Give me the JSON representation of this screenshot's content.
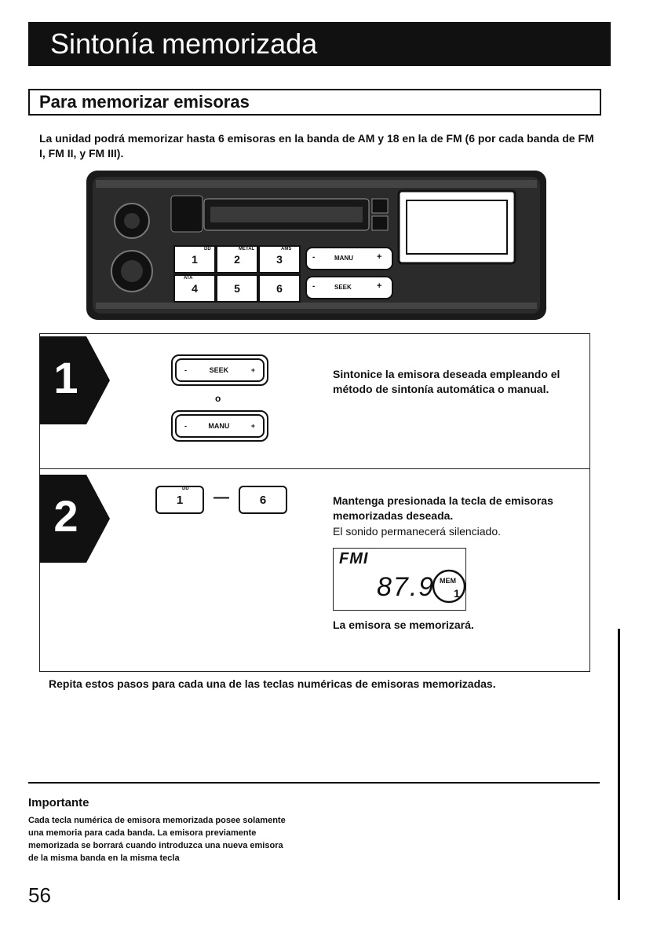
{
  "header": {
    "title": "Sintonía memorizada"
  },
  "section": {
    "title": "Para memorizar emisoras"
  },
  "intro": "La unidad podrá memorizar hasta 6 emisoras en la banda de AM y 18 en la de FM (6 por cada banda de FM I, FM II, y FM III).",
  "radio": {
    "presets": [
      {
        "label": "1",
        "tag": "DD"
      },
      {
        "label": "2",
        "tag": "METAL"
      },
      {
        "label": "3",
        "tag": "AMS"
      },
      {
        "label": "4",
        "tag": "ATA"
      },
      {
        "label": "5",
        "tag": ""
      },
      {
        "label": "6",
        "tag": ""
      }
    ],
    "manu_label": "MANU",
    "seek_label": "SEEK",
    "minus": "-",
    "plus": "+"
  },
  "steps": [
    {
      "number": "1",
      "button_a": "SEEK",
      "or_text": "o",
      "button_b": "MANU",
      "text": "Sintonice la emisora deseada empleando el método de sintonía automática o manual."
    },
    {
      "number": "2",
      "preset_from": "1",
      "preset_from_tag": "DD",
      "dash": "—",
      "preset_to": "6",
      "text_bold": "Mantenga presionada la tecla de emisoras memorizadas deseada.",
      "text_normal": "El sonido permanecerá silenciado.",
      "lcd_band": "FMI",
      "lcd_freq": "87.9",
      "lcd_mem": "MEM",
      "lcd_slot": "1",
      "result": "La emisora se memorizará."
    }
  ],
  "repeat_note": "Repita estos pasos para cada una de las teclas numéricas de emisoras memorizadas.",
  "important": {
    "heading": "Importante",
    "text": "Cada tecla numérica de emisora memorizada posee solamente una memoria para cada banda. La emisora previamente memorizada se borrará cuando introduzca una nueva emisora de la misma banda en la misma tecla"
  },
  "page_number": "56"
}
